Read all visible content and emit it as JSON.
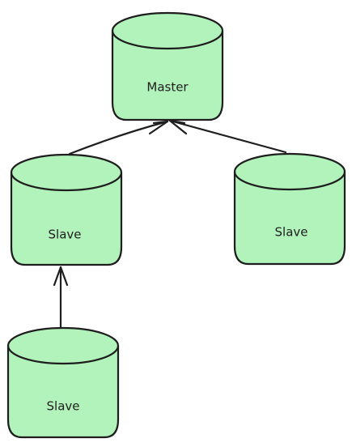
{
  "diagram": {
    "nodes": [
      {
        "id": "master",
        "label": "Master",
        "shape": "cylinder"
      },
      {
        "id": "slave-left",
        "label": "Slave",
        "shape": "cylinder"
      },
      {
        "id": "slave-right",
        "label": "Slave",
        "shape": "cylinder"
      },
      {
        "id": "slave-bottom",
        "label": "Slave",
        "shape": "cylinder"
      }
    ],
    "edges": [
      {
        "from": "slave-left",
        "to": "master"
      },
      {
        "from": "slave-right",
        "to": "master"
      },
      {
        "from": "slave-bottom",
        "to": "slave-left"
      }
    ]
  },
  "colors": {
    "node_fill": "#b2f2bb",
    "stroke": "#1e1e1e",
    "background": "#ffffff"
  }
}
